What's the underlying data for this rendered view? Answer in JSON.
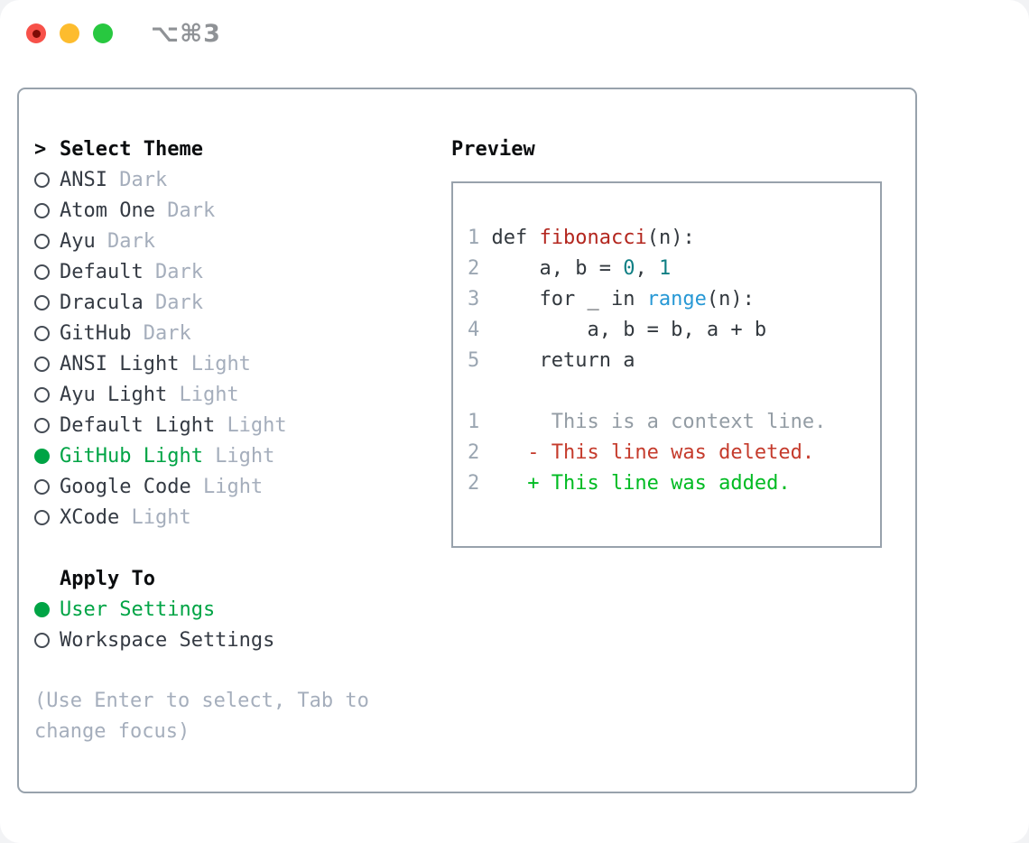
{
  "window": {
    "title": "⌥⌘3",
    "traffic_lights": [
      "close",
      "minimize",
      "zoom"
    ]
  },
  "left": {
    "prompt": ">",
    "title": "Select Theme",
    "themes": [
      {
        "name": "ANSI",
        "variant": "Dark",
        "selected": false
      },
      {
        "name": "Atom One",
        "variant": "Dark",
        "selected": false
      },
      {
        "name": "Ayu",
        "variant": "Dark",
        "selected": false
      },
      {
        "name": "Default",
        "variant": "Dark",
        "selected": false
      },
      {
        "name": "Dracula",
        "variant": "Dark",
        "selected": false
      },
      {
        "name": "GitHub",
        "variant": "Dark",
        "selected": false
      },
      {
        "name": "ANSI Light",
        "variant": "Light",
        "selected": false
      },
      {
        "name": "Ayu Light",
        "variant": "Light",
        "selected": false
      },
      {
        "name": "Default Light",
        "variant": "Light",
        "selected": false
      },
      {
        "name": "GitHub Light",
        "variant": "Light",
        "selected": true
      },
      {
        "name": "Google Code",
        "variant": "Light",
        "selected": false
      },
      {
        "name": "XCode",
        "variant": "Light",
        "selected": false
      }
    ],
    "apply_to": {
      "title": "Apply To",
      "options": [
        {
          "name": "User Settings",
          "selected": true
        },
        {
          "name": "Workspace Settings",
          "selected": false
        }
      ]
    },
    "hint": "(Use Enter to select, Tab to change focus)"
  },
  "preview": {
    "title": "Preview",
    "lines": [
      {
        "num": "1",
        "tokens": [
          {
            "t": " def ",
            "c": "fg"
          },
          {
            "t": "fibonacci",
            "c": "func"
          },
          {
            "t": "(n):",
            "c": "fg"
          }
        ]
      },
      {
        "num": "2",
        "tokens": [
          {
            "t": "     a, b = ",
            "c": "fg"
          },
          {
            "t": "0",
            "c": "num"
          },
          {
            "t": ", ",
            "c": "fg"
          },
          {
            "t": "1",
            "c": "num"
          }
        ]
      },
      {
        "num": "3",
        "tokens": [
          {
            "t": "     for _ in ",
            "c": "fg"
          },
          {
            "t": "range",
            "c": "builtin"
          },
          {
            "t": "(n):",
            "c": "fg"
          }
        ]
      },
      {
        "num": "4",
        "tokens": [
          {
            "t": "         a, b = b, a + b",
            "c": "fg"
          }
        ]
      },
      {
        "num": "5",
        "tokens": [
          {
            "t": "     return a",
            "c": "fg"
          }
        ]
      },
      {
        "num": "",
        "tokens": []
      },
      {
        "num": "1",
        "tokens": [
          {
            "t": "      This is a context line.",
            "c": "ctx"
          }
        ]
      },
      {
        "num": "2",
        "tokens": [
          {
            "t": "    - This line was deleted.",
            "c": "del"
          }
        ]
      },
      {
        "num": "2",
        "tokens": [
          {
            "t": "    + This line was added.",
            "c": "add"
          }
        ]
      }
    ]
  },
  "colors": {
    "accent_green": "#00a445",
    "added_green": "#00bb22",
    "deleted_red": "#c53b2c",
    "function_red": "#b3261e",
    "number_teal": "#107f84",
    "builtin_blue": "#2798d5",
    "muted_gray": "#a5aebc",
    "border_gray": "#98a2ac",
    "traffic_red": "#f75149",
    "traffic_yellow": "#fdbc2e",
    "traffic_green": "#28c840"
  }
}
